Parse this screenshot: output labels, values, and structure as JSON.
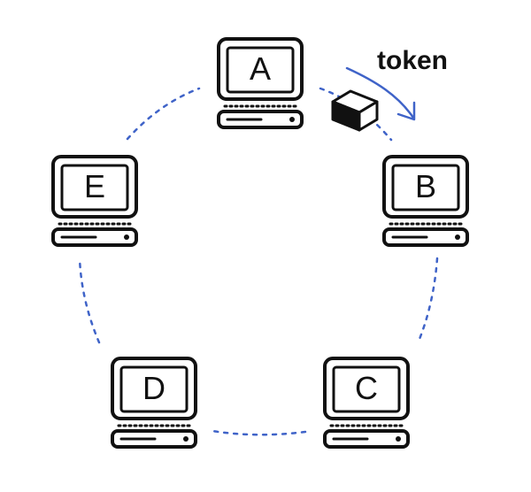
{
  "diagram": {
    "token_label": "token",
    "nodes": [
      {
        "id": "a",
        "label": "A"
      },
      {
        "id": "b",
        "label": "B"
      },
      {
        "id": "c",
        "label": "C"
      },
      {
        "id": "d",
        "label": "D"
      },
      {
        "id": "e",
        "label": "E"
      }
    ],
    "colors": {
      "ring": "#3f63c8",
      "arrow": "#3f63c8",
      "stroke": "#111111",
      "background": "#ffffff"
    },
    "icons": {
      "node": "computer-terminal-icon",
      "token": "cube-icon",
      "direction": "curved-arrow-icon"
    }
  }
}
